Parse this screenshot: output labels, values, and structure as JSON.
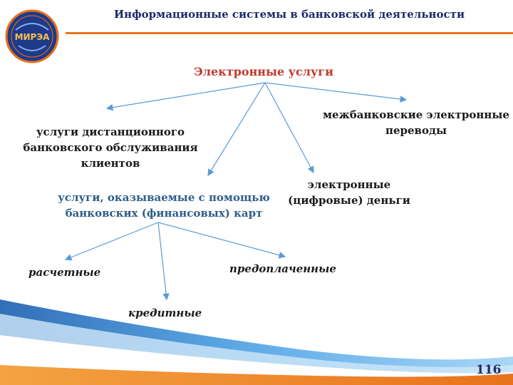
{
  "header": {
    "title": "Информационные системы в банковской деятельности",
    "logo_text": "МИРЭА",
    "accent_color": "#e8721c",
    "title_color": "#1f2a6b"
  },
  "diagram": {
    "root": "Электронные услуги",
    "branches": {
      "remote_services": [
        "услуги дистанционного",
        "банковского обслуживания",
        "клиентов"
      ],
      "card_services": [
        "услуги, оказываемые с помощью",
        "банковских (финансовых) карт"
      ],
      "digital_money": [
        "электронные",
        "(цифровые) деньги"
      ],
      "interbank_transfers": [
        "межбанковские электронные",
        "переводы"
      ]
    },
    "card_types": {
      "settlement": "расчетные",
      "credit": "кредитные",
      "prepaid": "предоплаченные"
    },
    "root_color": "#c0392b",
    "card_services_color": "#2e5e8a",
    "arrow_color": "#5b9bd5"
  },
  "footer": {
    "page_number": "116"
  }
}
